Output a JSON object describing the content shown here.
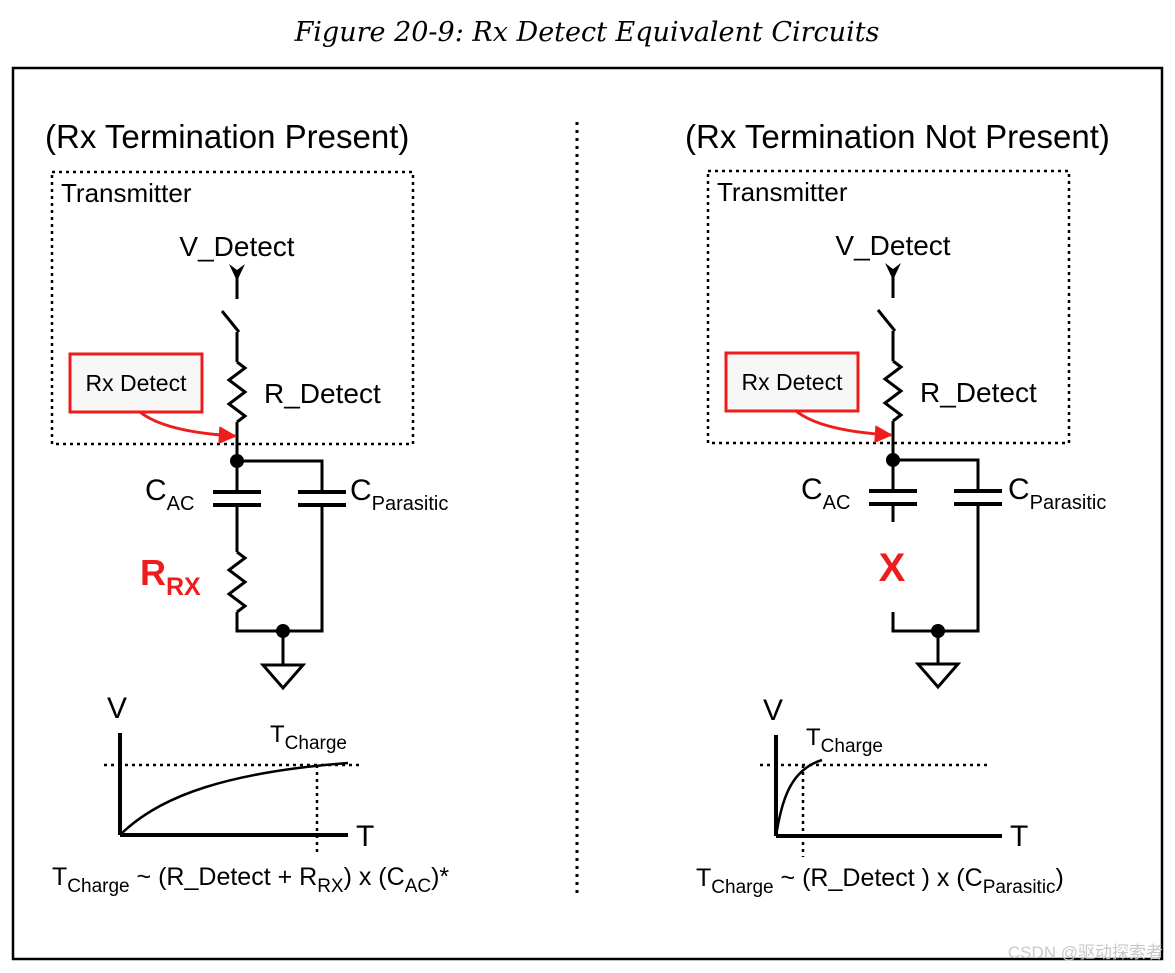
{
  "figure_title": "Figure 20-9: Rx Detect Equivalent Circuits",
  "left": {
    "heading": "(Rx Termination Present)",
    "transmitter_label": "Transmitter",
    "v_detect_label": "V_Detect",
    "r_detect_label": "R_Detect",
    "rx_detect_label": "Rx Detect",
    "cac_label": "C",
    "cac_sub": "AC",
    "cpar_label": "C",
    "cpar_sub": "Parasitic",
    "rrx_label": "R",
    "rrx_sub": "RX",
    "graph_v": "V",
    "graph_t": "T",
    "tcharge_label": "T",
    "tcharge_sub": "Charge",
    "formula": {
      "t": "T",
      "t_sub": "Charge",
      "part1": " ~ (R_Detect + R",
      "rx_sub": "RX",
      "part2": ") x (C",
      "ac_sub": "AC",
      "part3": ")*"
    }
  },
  "right": {
    "heading": "(Rx Termination Not Present)",
    "transmitter_label": "Transmitter",
    "v_detect_label": "V_Detect",
    "r_detect_label": "R_Detect",
    "rx_detect_label": "Rx Detect",
    "cac_label": "C",
    "cac_sub": "AC",
    "cpar_label": "C",
    "cpar_sub": "Parasitic",
    "open_mark": "X",
    "graph_v": "V",
    "graph_t": "T",
    "tcharge_label": "T",
    "tcharge_sub": "Charge",
    "formula": {
      "t": "T",
      "t_sub": "Charge",
      "part1": " ~ (R_Detect ) x (C",
      "par_sub": "Parasitic",
      "part2": ")"
    }
  },
  "watermark": "CSDN @驱动探索者",
  "colors": {
    "accent_red": "#ee1c1c",
    "line": "#000000",
    "box_fill": "#f7f7f7"
  }
}
